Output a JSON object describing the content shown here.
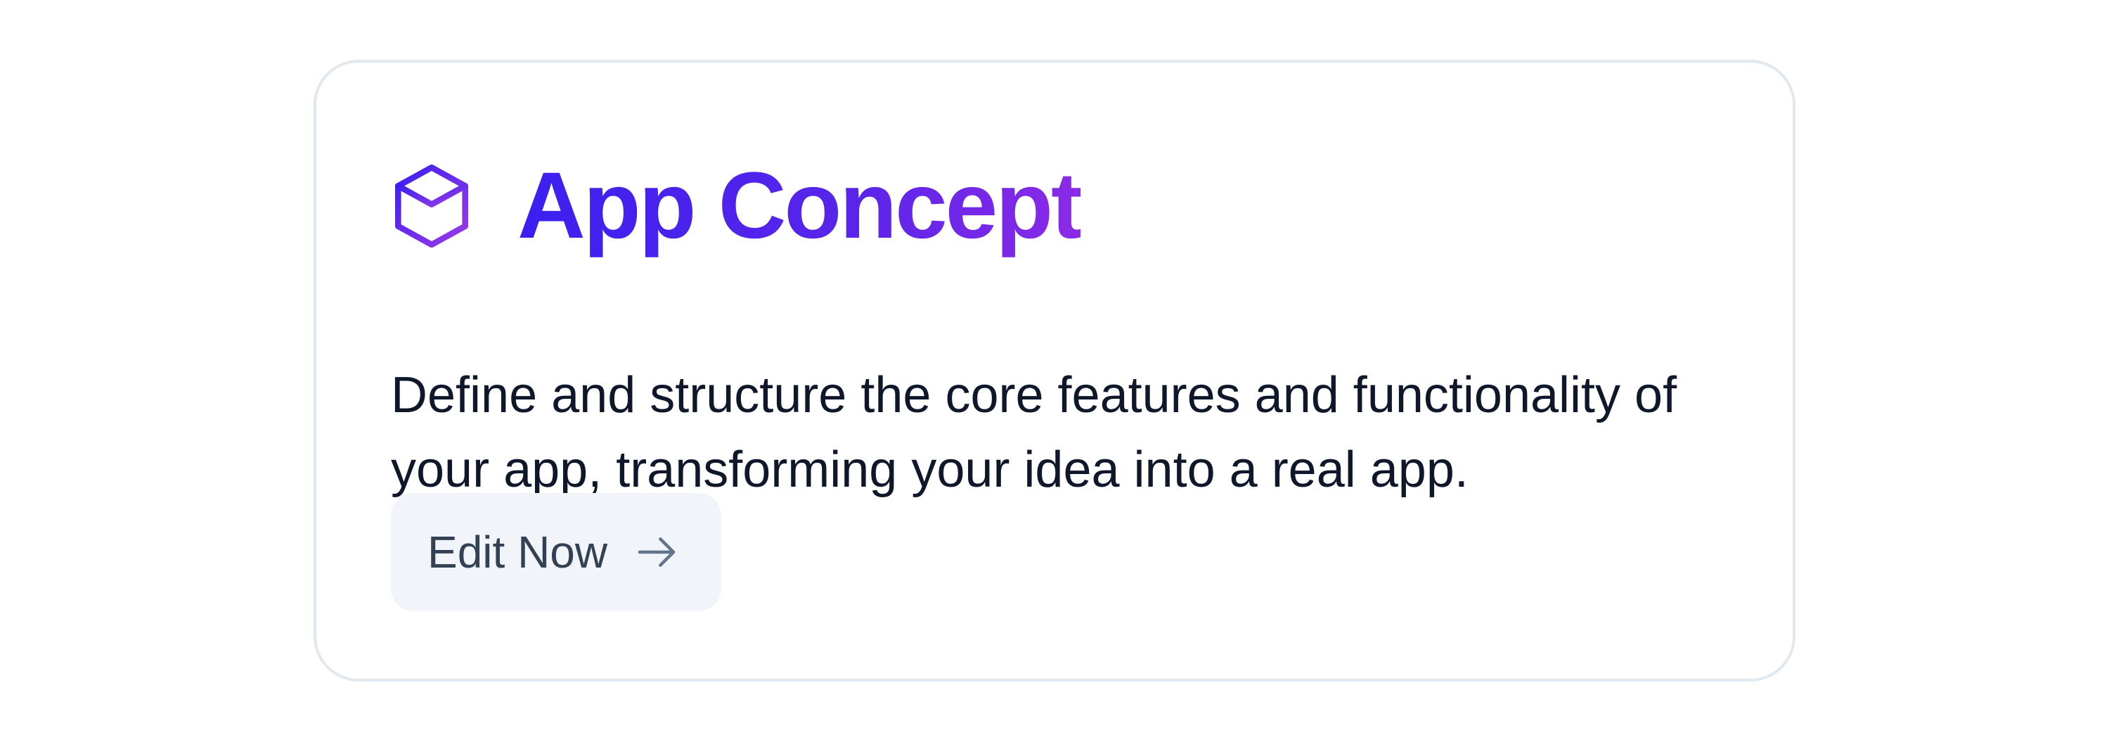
{
  "card": {
    "icon": "cube-icon",
    "title": "App Concept",
    "description": "Define and structure the core features and functionality of your app, transforming your idea into a real app.",
    "button": {
      "label": "Edit Now",
      "icon": "arrow-right-icon"
    }
  },
  "colors": {
    "title_gradient_start": "#3b1ff0",
    "title_gradient_end": "#8b2ae6",
    "icon_gradient_start": "#3b1ff0",
    "icon_gradient_end": "#9b3be8",
    "card_border": "#e2e8f0",
    "button_background": "#f1f5f9",
    "button_text": "#334155",
    "description_text": "#0f172a"
  }
}
